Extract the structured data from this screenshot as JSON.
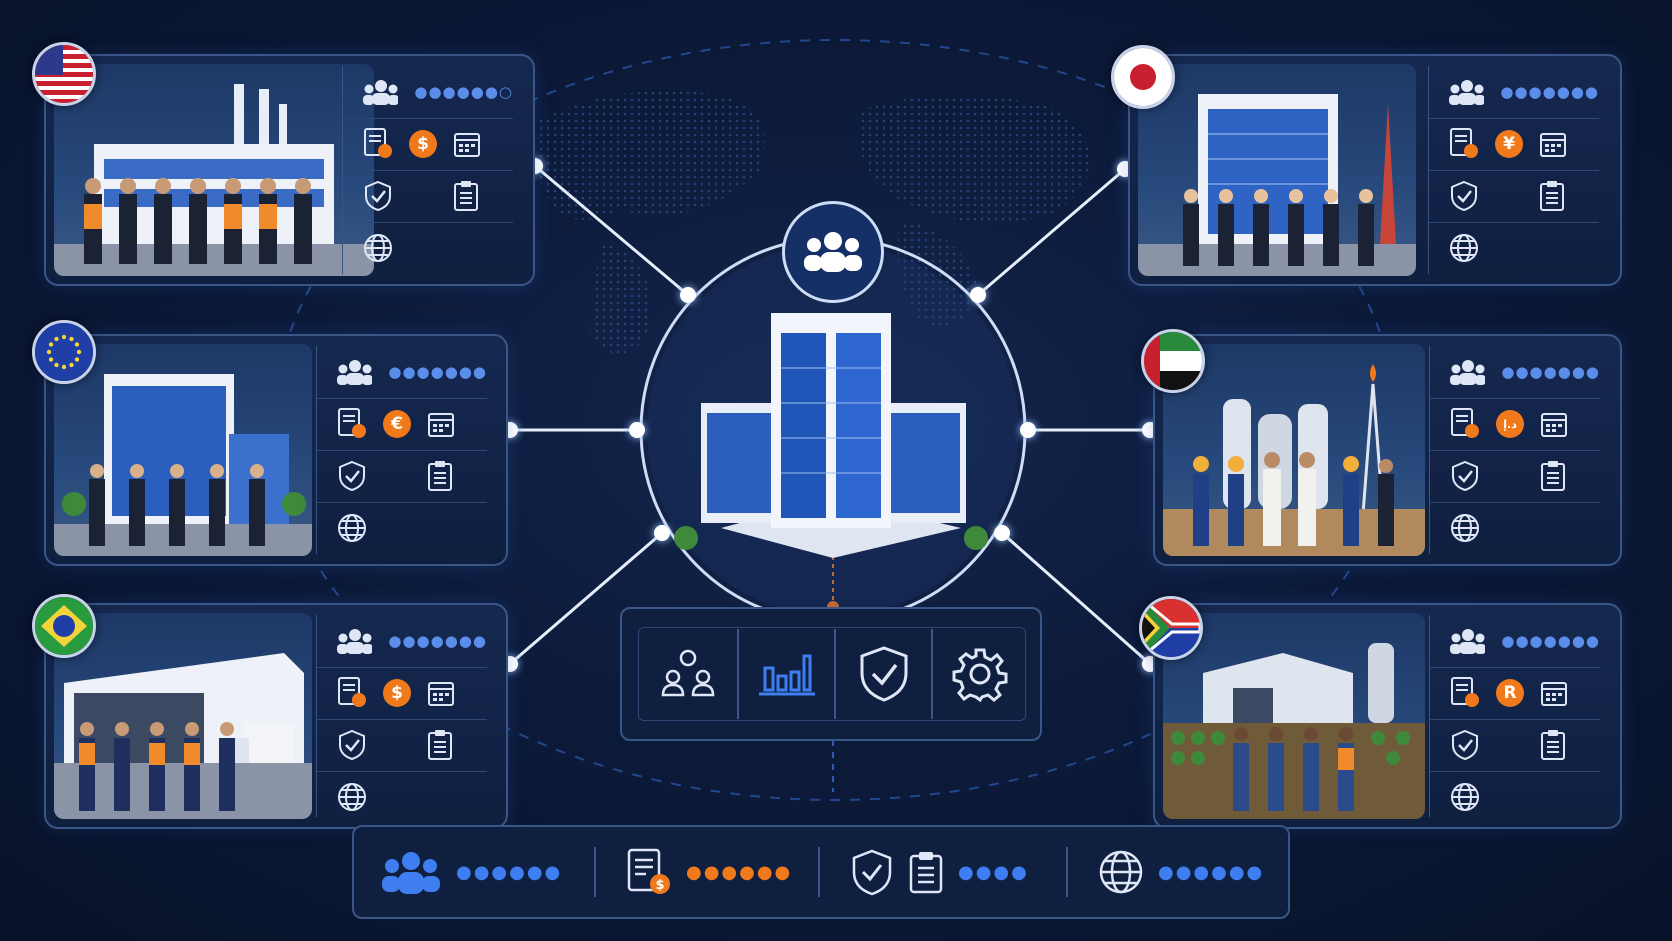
{
  "regions": [
    {
      "id": "usa",
      "flag": "United States",
      "currency_symbol": "$",
      "scene": "factory-with-workers"
    },
    {
      "id": "japan",
      "flag": "Japan",
      "currency_symbol": "¥",
      "scene": "office-tower-with-staff"
    },
    {
      "id": "eu",
      "flag": "European Union",
      "currency_symbol": "€",
      "scene": "glass-office-with-staff"
    },
    {
      "id": "uae",
      "flag": "United Arab Emirates",
      "currency_symbol": "د.إ",
      "scene": "refinery-with-workers"
    },
    {
      "id": "brazil",
      "flag": "Brazil",
      "currency_symbol": "$",
      "scene": "warehouse-with-workers"
    },
    {
      "id": "south-africa",
      "flag": "South Africa",
      "currency_symbol": "R",
      "scene": "farm-with-workers"
    }
  ],
  "panel_rows": [
    "people-icon",
    "payroll-document-icon",
    "shield-check-icon",
    "clipboard-icon",
    "globe-icon"
  ],
  "hub": {
    "icon": "people-icon",
    "building": "headquarters-building"
  },
  "center_toolbar": [
    "employees-icon",
    "bar-chart-icon",
    "shield-check-icon",
    "gear-icon"
  ],
  "summary_bar": [
    "people-icon",
    "payroll-document-icon",
    "shield-check-icon",
    "clipboard-icon",
    "globe-icon"
  ],
  "colors": {
    "background": "#0b1836",
    "accent_blue": "#3f7ef0",
    "accent_orange": "#f0791c",
    "card_border": "#3a5686"
  }
}
